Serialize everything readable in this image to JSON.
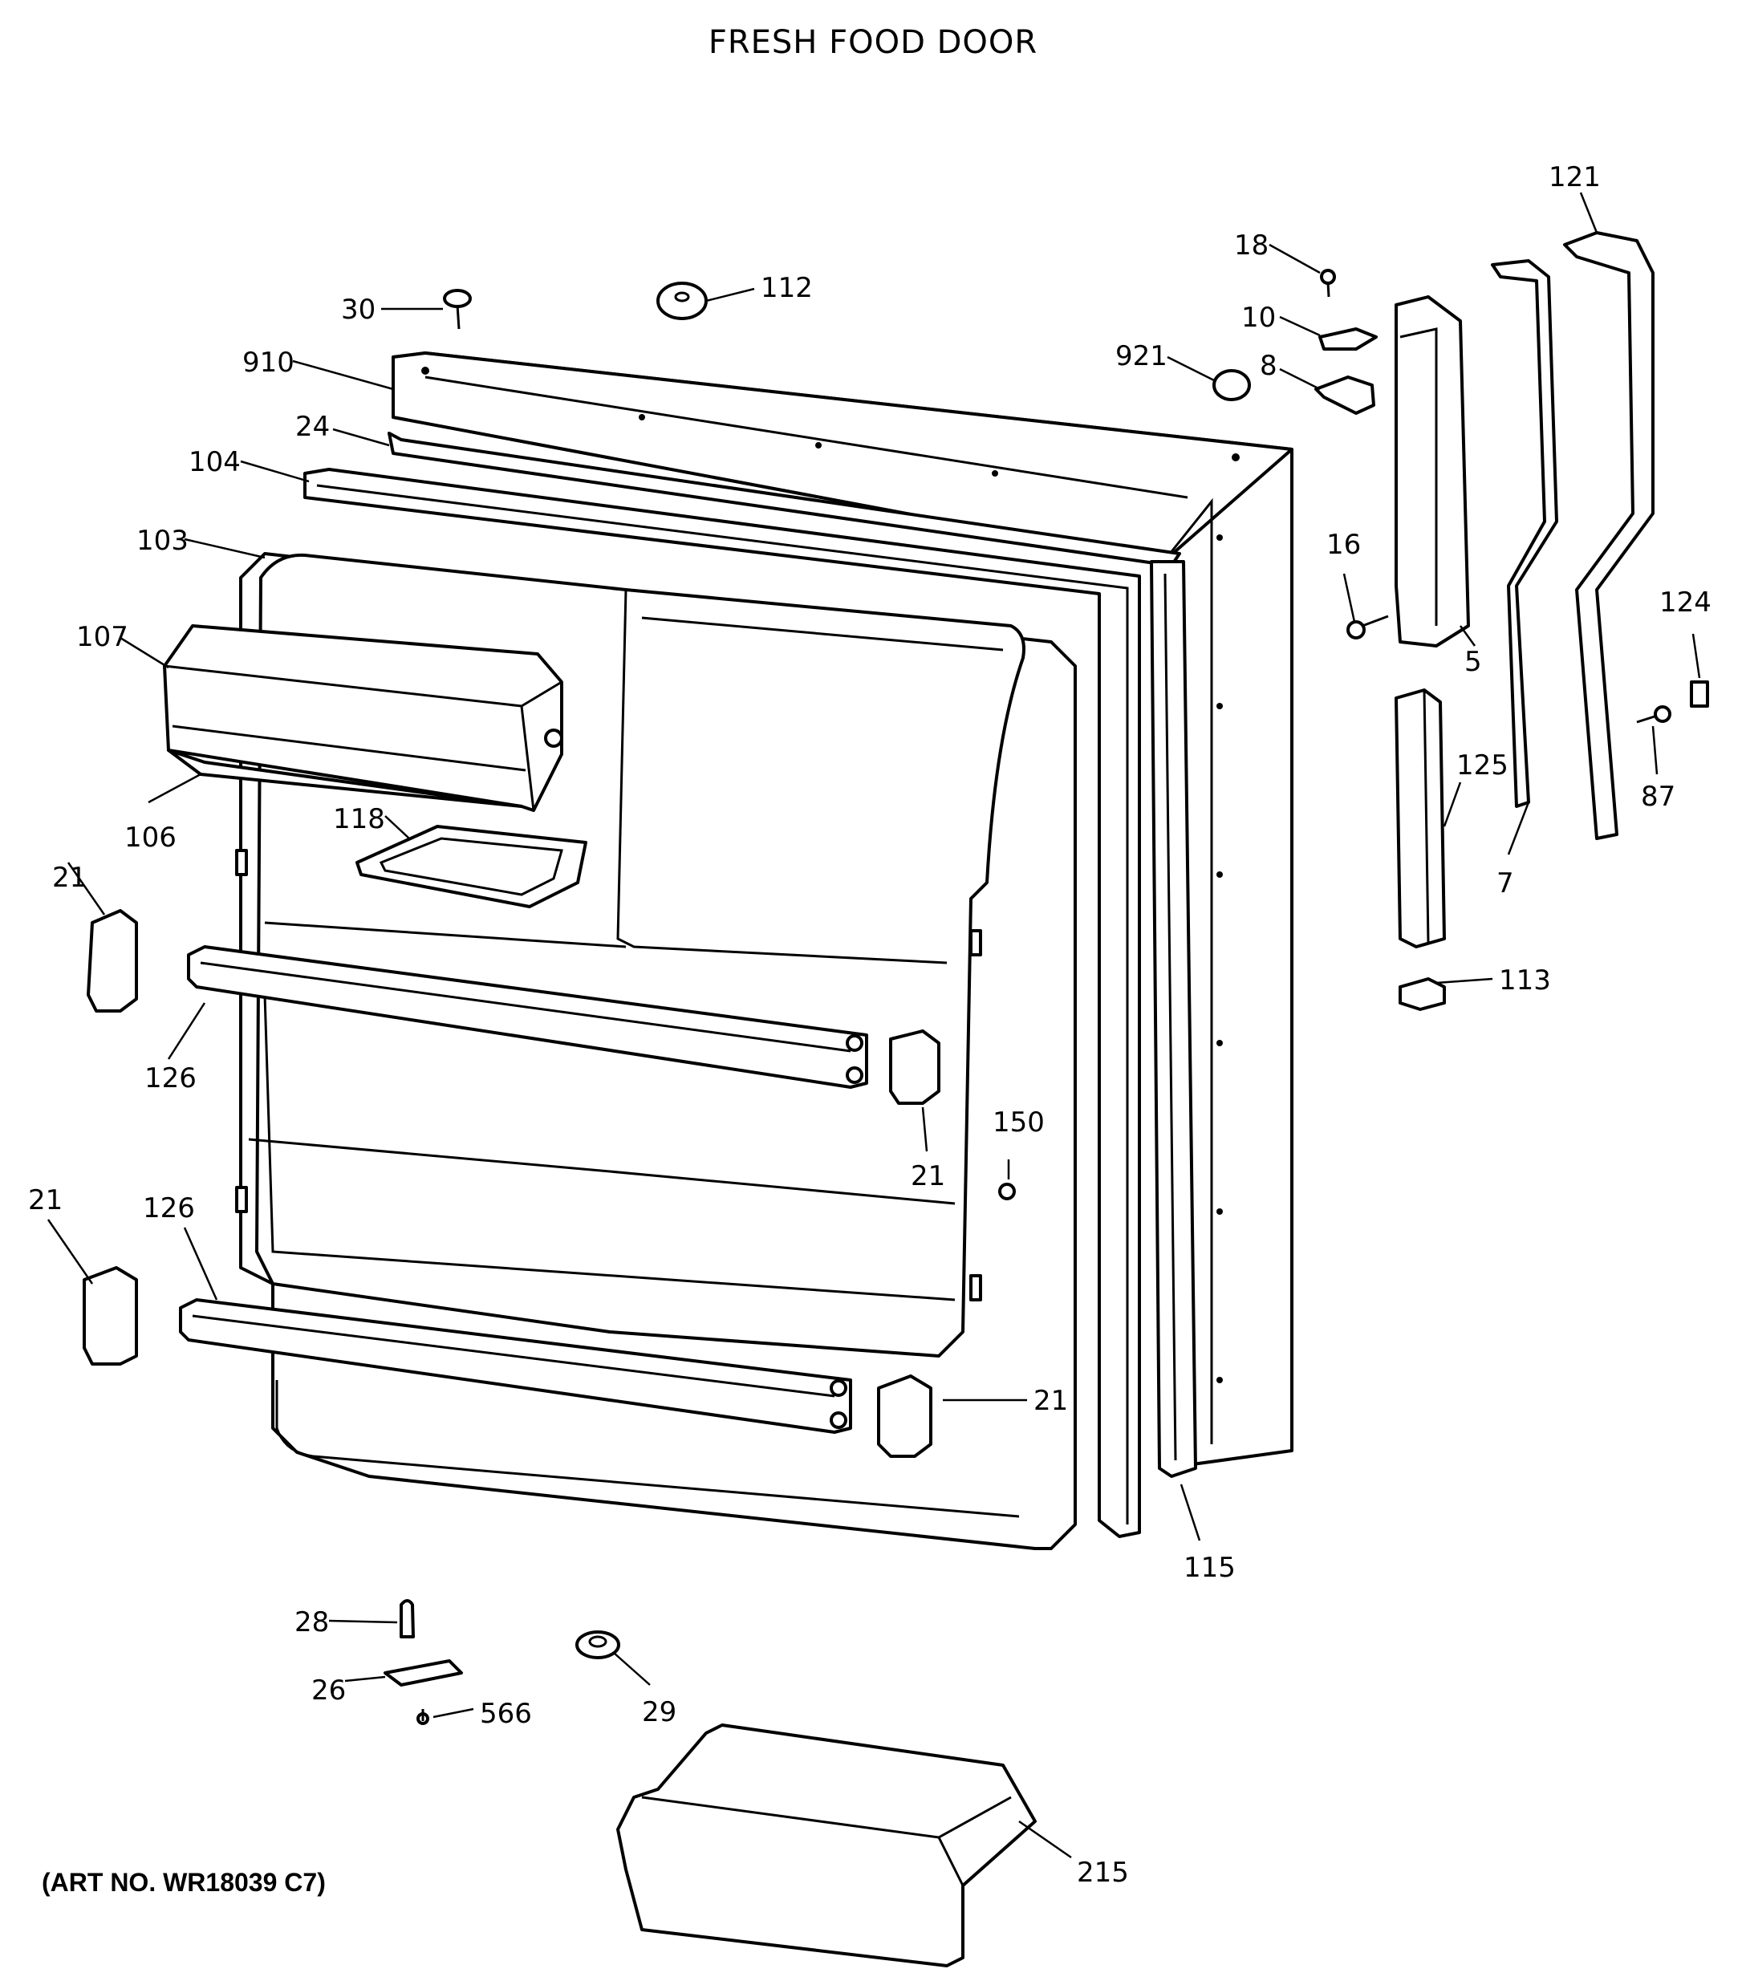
{
  "title": "FRESH FOOD DOOR",
  "art_number": "(ART NO. WR18039 C7)",
  "part_callouts": {
    "p121": "121",
    "p18": "18",
    "p10": "10",
    "p8": "8",
    "p921": "921",
    "p5": "5",
    "p16": "16",
    "p30": "30",
    "p112": "112",
    "p910": "910",
    "p24": "24",
    "p104": "104",
    "p103": "103",
    "p107": "107",
    "p106": "106",
    "p118": "118",
    "p124": "124",
    "p87": "87",
    "p125": "125",
    "p7": "7",
    "p113": "113",
    "p21_a": "21",
    "p21_b": "21",
    "p21_c": "21",
    "p21_d": "21",
    "p126_a": "126",
    "p126_b": "126",
    "p150": "150",
    "p115": "115",
    "p28": "28",
    "p26": "26",
    "p566": "566",
    "p29": "29",
    "p215": "215"
  }
}
